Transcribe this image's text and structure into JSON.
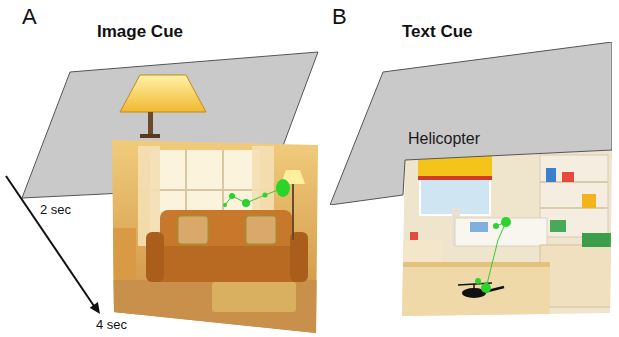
{
  "diagram": {
    "nodes": [
      {
        "text": [
          "Helicopter"
        ]
      }
    ],
    "labels": [
      "A",
      "Image Cue",
      "2 sec",
      "4 sec",
      "B",
      "Text Cue"
    ]
  }
}
